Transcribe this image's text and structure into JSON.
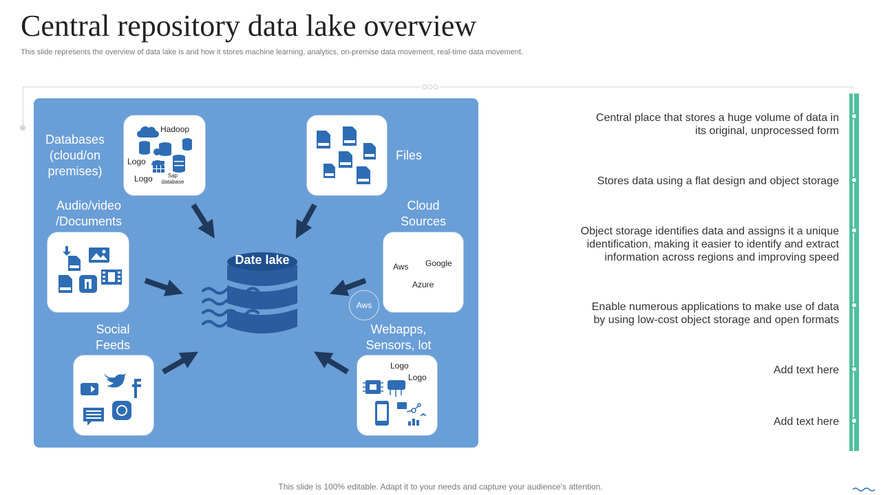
{
  "title": "Central repository data lake overview",
  "subtitle": "This slide represents the overview of data lake is and how it stores machine learning, analytics, on-premise data movement, real-time data movement.",
  "center": {
    "label": "Date lake"
  },
  "sources": {
    "databases": {
      "label_line1": "Databases",
      "label_line2": "(cloud/on",
      "label_line3": "premises)",
      "hadoop": "Hadoop",
      "logo1": "Logo",
      "logo2": "Logo",
      "sap_line1": "Sap",
      "sap_line2": "database"
    },
    "files": {
      "label": "Files"
    },
    "audio": {
      "label_line1": "Audio/video",
      "label_line2": "/Documents"
    },
    "cloud": {
      "label_line1": "Cloud",
      "label_line2": "Sources",
      "aws": "Aws",
      "google": "Google",
      "azure": "Azure",
      "aws_circle": "Aws"
    },
    "social": {
      "label_line1": "Social",
      "label_line2": "Feeds"
    },
    "webapps": {
      "label_line1": "Webapps,",
      "label_line2": "Sensors, lot",
      "logo1": "Logo",
      "logo2": "Logo"
    }
  },
  "descriptions": {
    "d1_line1": "Central place that stores a huge volume of data in",
    "d1_line2": "its original, unprocessed form",
    "d2_line1": "Stores data using a flat design and object storage",
    "d3_line1": "Object storage identifies data and assigns it a unique",
    "d3_line2": "identification, making it easier to identify and extract",
    "d3_line3": "information across regions and improving speed",
    "d4_line1": "Enable numerous applications to make use of data",
    "d4_line2": "by using low-cost object storage and open formats",
    "d5_line1": "Add text here",
    "d6_line1": "Add text here"
  },
  "footer": "This slide is 100% editable. Adapt it to your needs and capture your audience's attention.",
  "colors": {
    "panel": "#6a9ed6",
    "icon": "#2e6db4",
    "dark": "#1f3a5c",
    "accent": "#4fbf9f"
  }
}
